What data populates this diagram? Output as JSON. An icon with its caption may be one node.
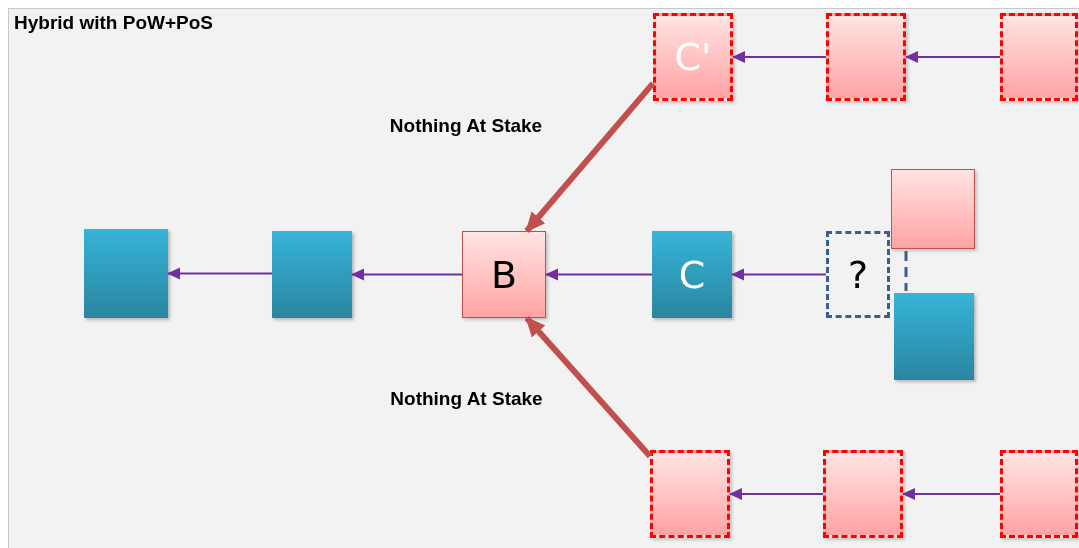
{
  "diagram": {
    "title": "Hybrid with PoW+PoS",
    "nodes": [
      {
        "text": [],
        "shape": "box"
      },
      {
        "text": [],
        "shape": "box"
      },
      {
        "text": [
          "B"
        ]
      },
      {
        "text": [
          "C"
        ]
      },
      {
        "text": [
          "?"
        ]
      },
      {
        "text": [],
        "shape": "box"
      },
      {
        "text": [],
        "shape": "box"
      },
      {
        "text": [
          "C'"
        ]
      },
      {
        "text": [],
        "shape": "box"
      },
      {
        "text": [],
        "shape": "box"
      },
      {
        "text": [],
        "shape": "box"
      },
      {
        "text": [],
        "shape": "box"
      },
      {
        "text": [],
        "shape": "box"
      }
    ],
    "edges": [
      {
        "from": 1,
        "to": 0,
        "arrow": "to"
      },
      {
        "from": 2,
        "to": 1,
        "arrow": "to"
      },
      {
        "from": 3,
        "to": 2,
        "arrow": "to"
      },
      {
        "from": 4,
        "to": 3,
        "arrow": "to"
      },
      {
        "from": 8,
        "to": 7,
        "arrow": "to"
      },
      {
        "from": 9,
        "to": 8,
        "arrow": "to"
      },
      {
        "from": 11,
        "to": 10,
        "arrow": "to"
      },
      {
        "from": 12,
        "to": 11,
        "arrow": "to"
      },
      {
        "from": 7,
        "to": 2,
        "arrow": "to",
        "label": "Nothing At Stake",
        "style": "thick",
        "color": "#c0504d"
      },
      {
        "from": 10,
        "to": 2,
        "arrow": "to",
        "label": "Nothing At Stake",
        "style": "thick",
        "color": "#c0504d"
      }
    ]
  }
}
